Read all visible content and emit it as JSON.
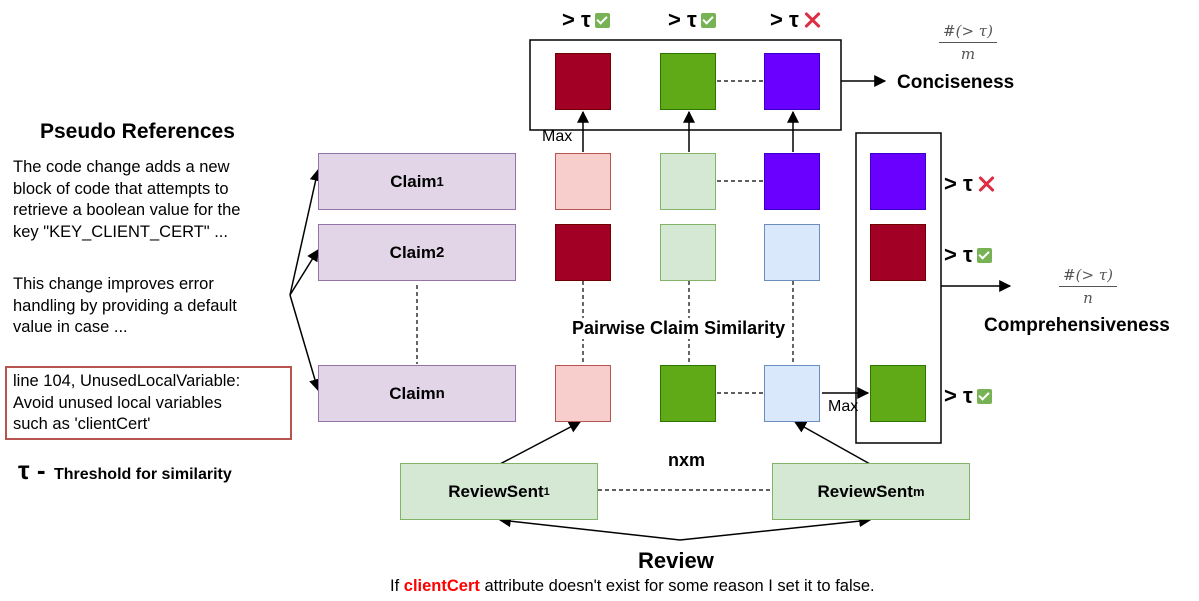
{
  "pseudo_references": {
    "title": "Pseudo References",
    "paragraph1": [
      "The code change adds a new",
      "block of code that attempts to",
      "retrieve a boolean value for the",
      "key \"KEY_CLIENT_CERT\" ..."
    ],
    "paragraph2": [
      "This change improves error",
      "handling by providing a default",
      "value in case ..."
    ],
    "static_warning": [
      "line 104, UnusedLocalVariable:",
      "Avoid unused local variables",
      "such as 'clientCert'"
    ]
  },
  "tau_legend": {
    "symbol": "τ -",
    "text": "Threshold for similarity"
  },
  "claims": [
    {
      "base": "Claim",
      "sub": "1",
      "sub_style": "subscript"
    },
    {
      "base": "Claim",
      "sub": "2",
      "sub_style": "inline"
    },
    {
      "base": "Claim",
      "sub": "n",
      "sub_style": "inline"
    }
  ],
  "review_sents": [
    {
      "base": "ReviewSent",
      "sub": "1"
    },
    {
      "base": "ReviewSent",
      "sub": "m"
    }
  ],
  "labels": {
    "max_top": "Max",
    "max_right": "Max",
    "pairwise": "Pairwise Claim Similarity",
    "nxm": "nxm",
    "conciseness": "Conciseness",
    "comprehensiveness": "Comprehensiveness",
    "review_title": "Review",
    "review_highlight": "clientCert",
    "review_before": "If ",
    "review_after": " attribute doesn't exist for some reason I set it to false."
  },
  "threshold_label": "> τ",
  "formulas": {
    "conciseness": {
      "numerator": "#(> τ)",
      "denominator": "m"
    },
    "comprehensiveness": {
      "numerator": "#(> τ)",
      "denominator": "n"
    }
  },
  "conciseness_checks": [
    {
      "result": "pass"
    },
    {
      "result": "pass"
    },
    {
      "result": "fail"
    }
  ],
  "comprehensiveness_checks": [
    {
      "result": "fail"
    },
    {
      "result": "pass"
    },
    {
      "result": "pass"
    }
  ],
  "colors": {
    "dark_red": "#a20025",
    "light_red": "#f8cecc",
    "dark_green": "#60a917",
    "light_green": "#d5e8d4",
    "purple": "#6a00ff",
    "light_blue": "#dae8fc",
    "claim_fill": "#e1d5e7",
    "claim_border": "#9673a6",
    "review_fill": "#d5e8d4",
    "review_border": "#82b366",
    "warning_border": "#b85450",
    "highlight_red": "#ff0000"
  },
  "icons": {
    "pass": "check-mark-icon",
    "fail": "cross-mark-icon"
  }
}
